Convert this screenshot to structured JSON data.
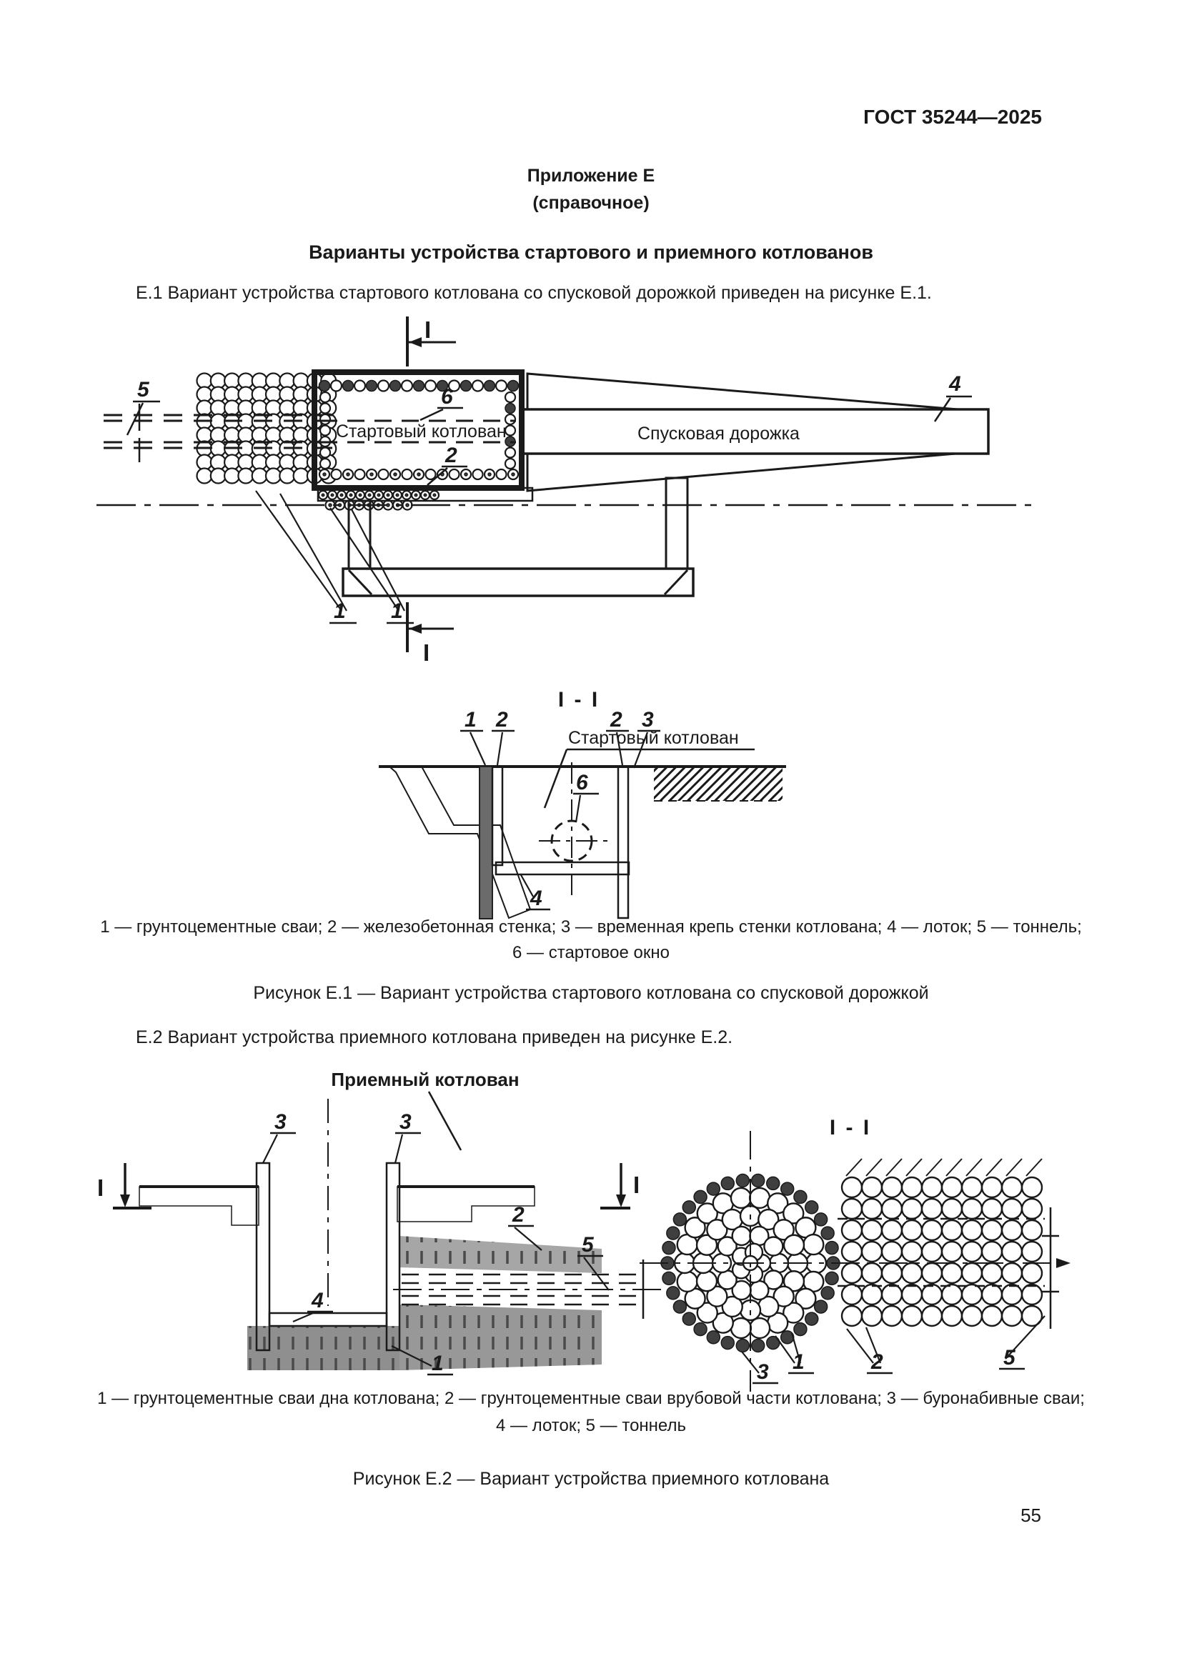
{
  "page": {
    "header": "ГОСТ 35244—2025",
    "page_number": "55"
  },
  "appendix": {
    "title": "Приложение Е",
    "subtitle": "(справочное)",
    "heading": "Варианты устройства стартового и приемного котлованов"
  },
  "sections": {
    "e1_text": "Е.1  Вариант устройства стартового котлована со спусковой дорожкой приведен на рисунке Е.1.",
    "e2_text": "Е.2  Вариант устройства приемного котлована приведен на рисунке Е.2."
  },
  "figure_e1": {
    "plan": {
      "pit_label": "Стартовый котлован",
      "track_label": "Спусковая дорожка"
    },
    "section": {
      "title": "I - I",
      "pit_label": "Стартовый котлован"
    },
    "section_mark": "I",
    "legend_line1": "1 — грунтоцементные сваи; 2 — железобетонная стенка; 3 — временная крепь стенки котлована; 4 — лоток; 5 — тоннель;",
    "legend_line2": "6 — стартовое окно",
    "caption": "Рисунок Е.1 — Вариант устройства стартового котлована со спусковой дорожкой"
  },
  "figure_e2": {
    "side": {
      "pit_label": "Приемный котлован"
    },
    "section": {
      "title": "I - I"
    },
    "section_mark": "I",
    "legend_line1": "1 — грунтоцементные сваи дна котлована; 2 — грунтоцементные сваи врубовой части котлована; 3 — буронабивные сваи;",
    "legend_line2": "4 — лоток; 5 — тоннель",
    "caption": "Рисунок Е.2 — Вариант устройства приемного котлована"
  },
  "callouts": {
    "n1": "1",
    "n2": "2",
    "n3": "3",
    "n4": "4",
    "n5": "5",
    "n6": "6"
  }
}
